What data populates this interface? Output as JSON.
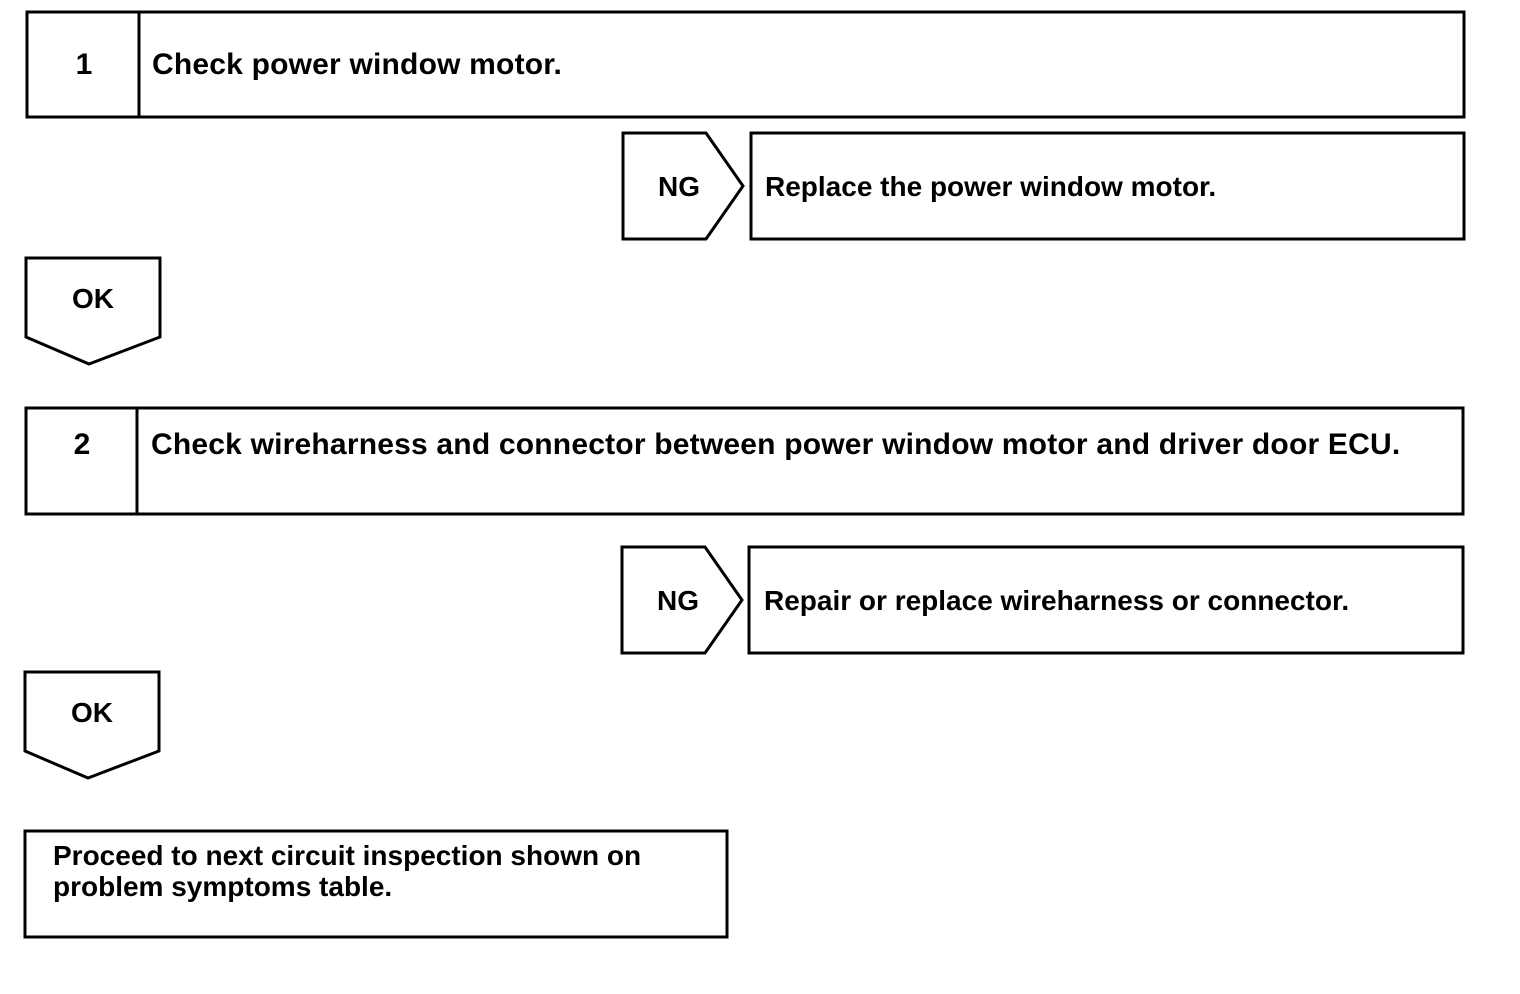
{
  "steps": [
    {
      "number": "1",
      "title": "Check power window motor."
    },
    {
      "number": "2",
      "title": "Check wireharness and connector between power window motor and driver door ECU."
    }
  ],
  "ng_branches": [
    {
      "label": "NG",
      "action": "Replace the power window motor."
    },
    {
      "label": "NG",
      "action": "Repair or replace wireharness or connector."
    }
  ],
  "ok_arrows": [
    {
      "label": "OK"
    },
    {
      "label": "OK"
    }
  ],
  "final_box": {
    "text": "Proceed to next circuit inspection shown on problem symptoms table."
  }
}
